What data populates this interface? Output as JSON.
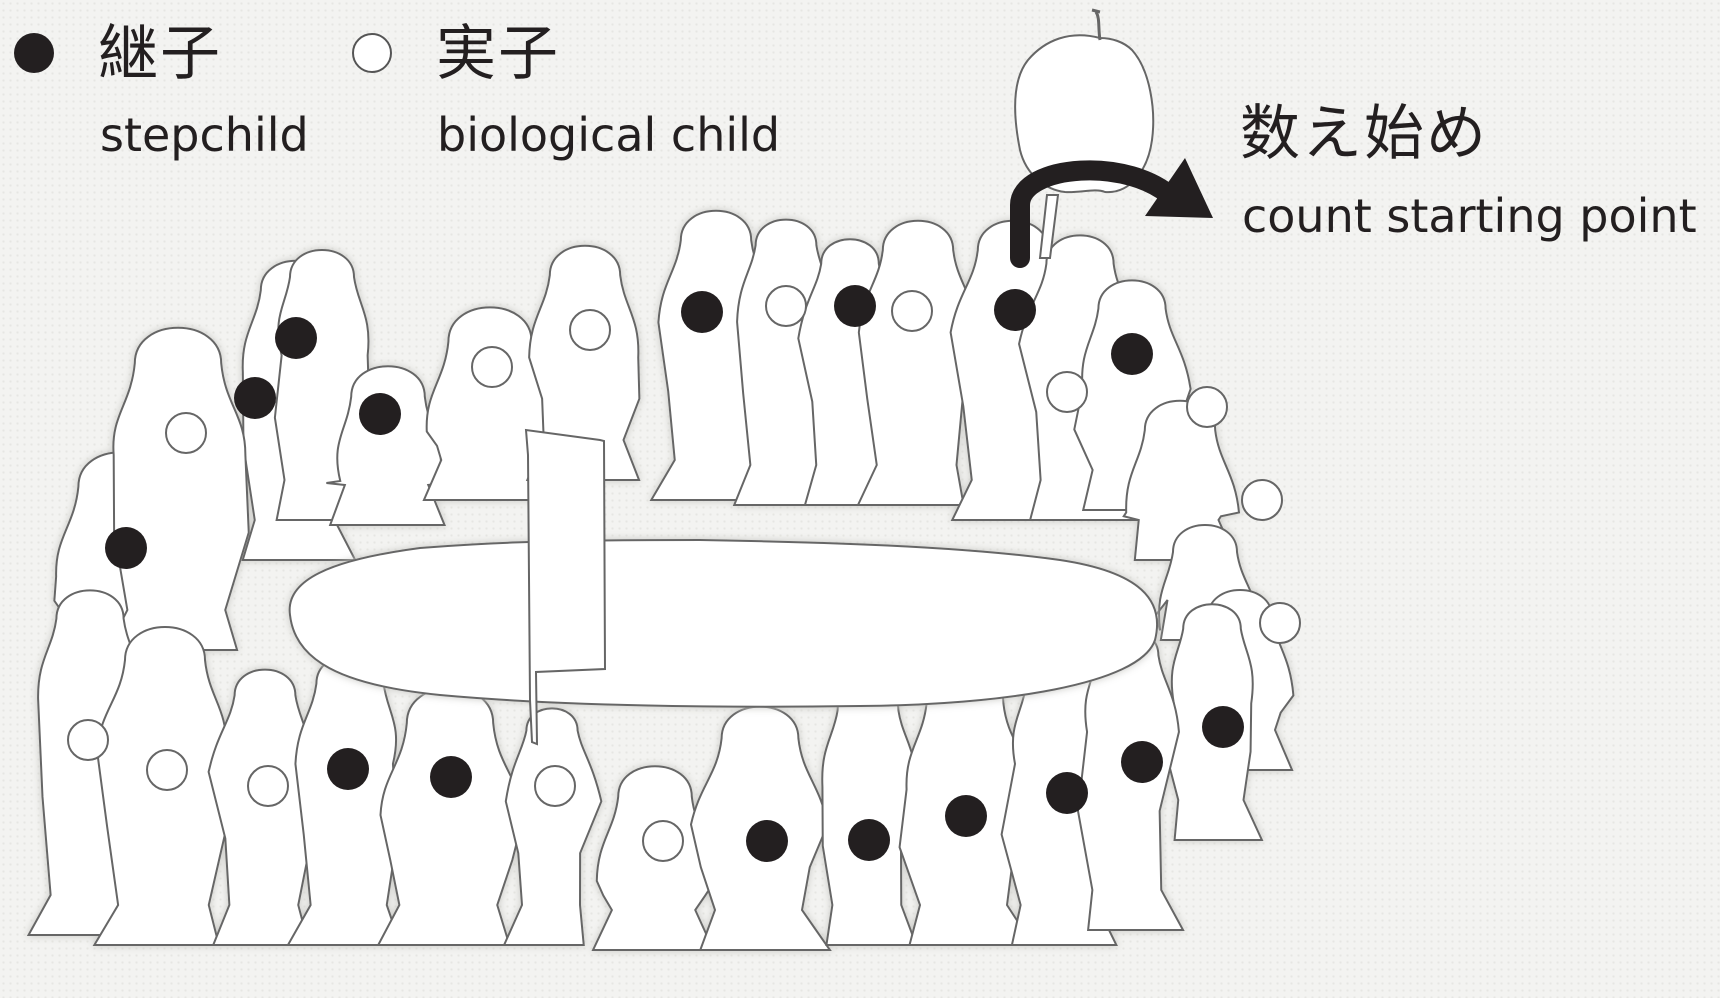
{
  "legend": {
    "stepchild": {
      "label_jp": "継子",
      "label_en": "stepchild"
    },
    "biological": {
      "label_jp": "実子",
      "label_en": "biological child"
    }
  },
  "start": {
    "label_jp": "数え始め",
    "label_en": "count starting point"
  },
  "children": [
    {
      "name": "figure-top-1",
      "type": "stepchild"
    },
    {
      "name": "figure-top-2",
      "type": "stepchild"
    },
    {
      "name": "figure-top-3",
      "type": "stepchild"
    },
    {
      "name": "figure-top-4",
      "type": "biological"
    },
    {
      "name": "figure-top-5",
      "type": "biological"
    },
    {
      "name": "figure-top-6",
      "type": "stepchild"
    },
    {
      "name": "figure-top-7",
      "type": "biological"
    },
    {
      "name": "figure-top-8",
      "type": "stepchild"
    },
    {
      "name": "figure-top-9",
      "type": "biological"
    },
    {
      "name": "figure-top-10",
      "type": "stepchild"
    },
    {
      "name": "figure-top-11",
      "type": "stepchild"
    },
    {
      "name": "figure-top-12",
      "type": "stepchild"
    },
    {
      "name": "figure-top-13",
      "type": "biological"
    },
    {
      "name": "figure-top-14",
      "type": "biological"
    },
    {
      "name": "figure-top-15",
      "type": "biological"
    },
    {
      "name": "figure-top-16",
      "type": "biological"
    },
    {
      "name": "figure-left-1",
      "type": "stepchild"
    },
    {
      "name": "figure-left-2",
      "type": "biological"
    },
    {
      "name": "figure-bottom-1",
      "type": "biological"
    },
    {
      "name": "figure-bottom-2",
      "type": "biological"
    },
    {
      "name": "figure-bottom-3",
      "type": "biological"
    },
    {
      "name": "figure-bottom-4",
      "type": "stepchild"
    },
    {
      "name": "figure-bottom-5",
      "type": "stepchild"
    },
    {
      "name": "figure-bottom-6",
      "type": "biological"
    },
    {
      "name": "figure-bottom-7",
      "type": "biological"
    },
    {
      "name": "figure-bottom-8",
      "type": "stepchild"
    },
    {
      "name": "figure-bottom-9",
      "type": "stepchild"
    },
    {
      "name": "figure-bottom-10",
      "type": "stepchild"
    },
    {
      "name": "figure-bottom-11",
      "type": "stepchild"
    },
    {
      "name": "figure-bottom-12",
      "type": "stepchild"
    }
  ],
  "colors": {
    "ink": "#231f20",
    "figure_fill": "#ffffff",
    "outline": "#666666"
  }
}
